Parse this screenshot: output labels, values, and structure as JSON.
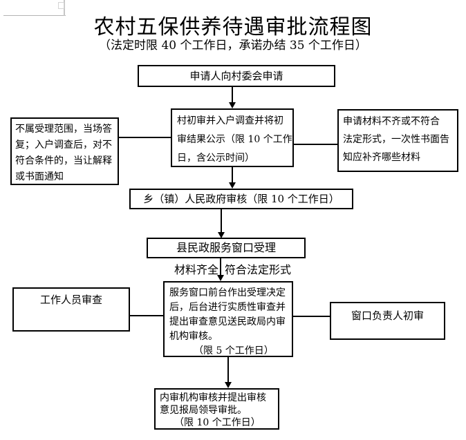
{
  "title": "农村五保供养待遇审批流程图",
  "subtitle": "（法定时限 40 个工作日，承诺办结 35 个工作日）",
  "flow": {
    "apply": "申请人向村委会申请",
    "village_review": "村初审并入户调查并将初\n审结果公示（限 10 个工作\n日，含公示时间）",
    "out_of_scope": "不属受理范围，当场答\n复；入户调查后，对不\n符合条件的，当让解释\n或书面通知",
    "materials_notice": "申请材料不齐或不符合\n法定形式，一次性书面告\n知应补齐哪些材料",
    "township_review": "乡（镇）人民政府审核（限 10 个工作日）",
    "county_window": "县民政服务窗口受理",
    "branch_left_label": "材料齐全",
    "branch_right_label": "符合法定形式",
    "window_decision": "服务窗口前台作出受理决定\n后，后台进行实质性审查并\n提出审查意见送民政局内审\n机构审核。\n　　　（限 5 个工作日）",
    "staff_review": "工作人员审查",
    "window_chief": "窗口负责人初审",
    "internal_audit": "内审机构审核并提出审核\n意见报局领导审批。\n　　（限 10 个工作日）"
  },
  "colors": {
    "line": "#000000",
    "background": "#ffffff",
    "artifact": "#b3b3b3"
  }
}
